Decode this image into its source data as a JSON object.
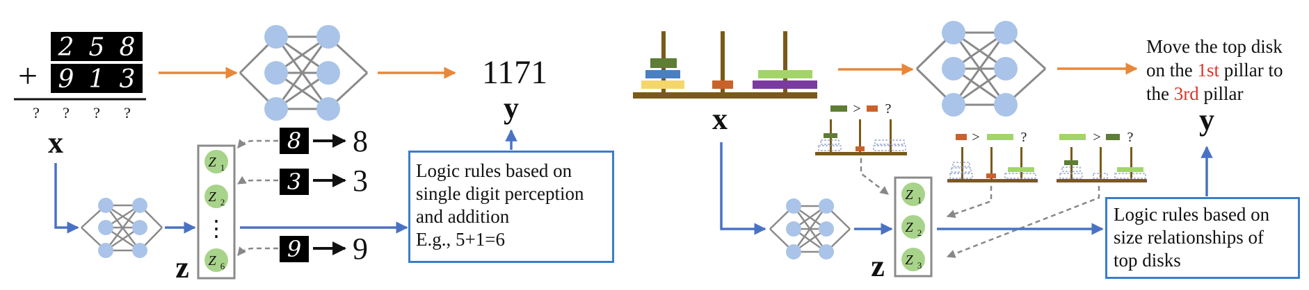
{
  "left": {
    "input_rows": [
      [
        "2",
        "5",
        "8"
      ],
      [
        "9",
        "1",
        "3"
      ]
    ],
    "plus": "+",
    "unknowns": [
      "?",
      "?",
      "?",
      "?"
    ],
    "x_label": "x",
    "y_value": "1171",
    "y_label": "y",
    "z_label": "z",
    "z_items": [
      "Z1",
      "Z2",
      "Z6"
    ],
    "z_sub": [
      "1",
      "2",
      "6"
    ],
    "z_base": "Z",
    "ellipsis": "⋮",
    "digit_mappings": [
      {
        "image": "8",
        "value": "8"
      },
      {
        "image": "3",
        "value": "3"
      },
      {
        "image": "9",
        "value": "9"
      }
    ],
    "rules": [
      "Logic rules based on",
      "single digit perception",
      "and addition",
      "E.g., 5+1=6"
    ]
  },
  "right": {
    "x_label": "x",
    "y_label": "y",
    "z_label": "z",
    "z_base": "Z",
    "z_sub": [
      "1",
      "2",
      "3"
    ],
    "output": {
      "line1": "Move the top disk",
      "line2_pre": "on the ",
      "line2_ordinal": "1st",
      "line2_post": " pillar to",
      "line3_pre": "the ",
      "line3_ordinal": "3rd",
      "line3_post": " pillar"
    },
    "relations": [
      {
        "gt": ">",
        "q": "?"
      },
      {
        "gt": ">",
        "q": "?"
      },
      {
        "gt": ">",
        "q": "?"
      }
    ],
    "rules": [
      "Logic rules based on",
      "size relationships of",
      "top disks"
    ]
  },
  "colors": {
    "orange_arrow": "#e8873a",
    "blue_arrow": "#4a72c4",
    "neuron": "#a9c4e8",
    "latent": "#a8d38a",
    "pillar": "#7a5a18",
    "disk_green": "#5e7d35",
    "disk_blue": "#4a7fc1",
    "disk_yellow": "#f5d66a",
    "disk_orange": "#c9622a",
    "disk_lightgreen": "#a3d46a",
    "disk_purple": "#7b3aa0",
    "highlight_red": "#e03326",
    "box_border": "#3a7dc9"
  }
}
